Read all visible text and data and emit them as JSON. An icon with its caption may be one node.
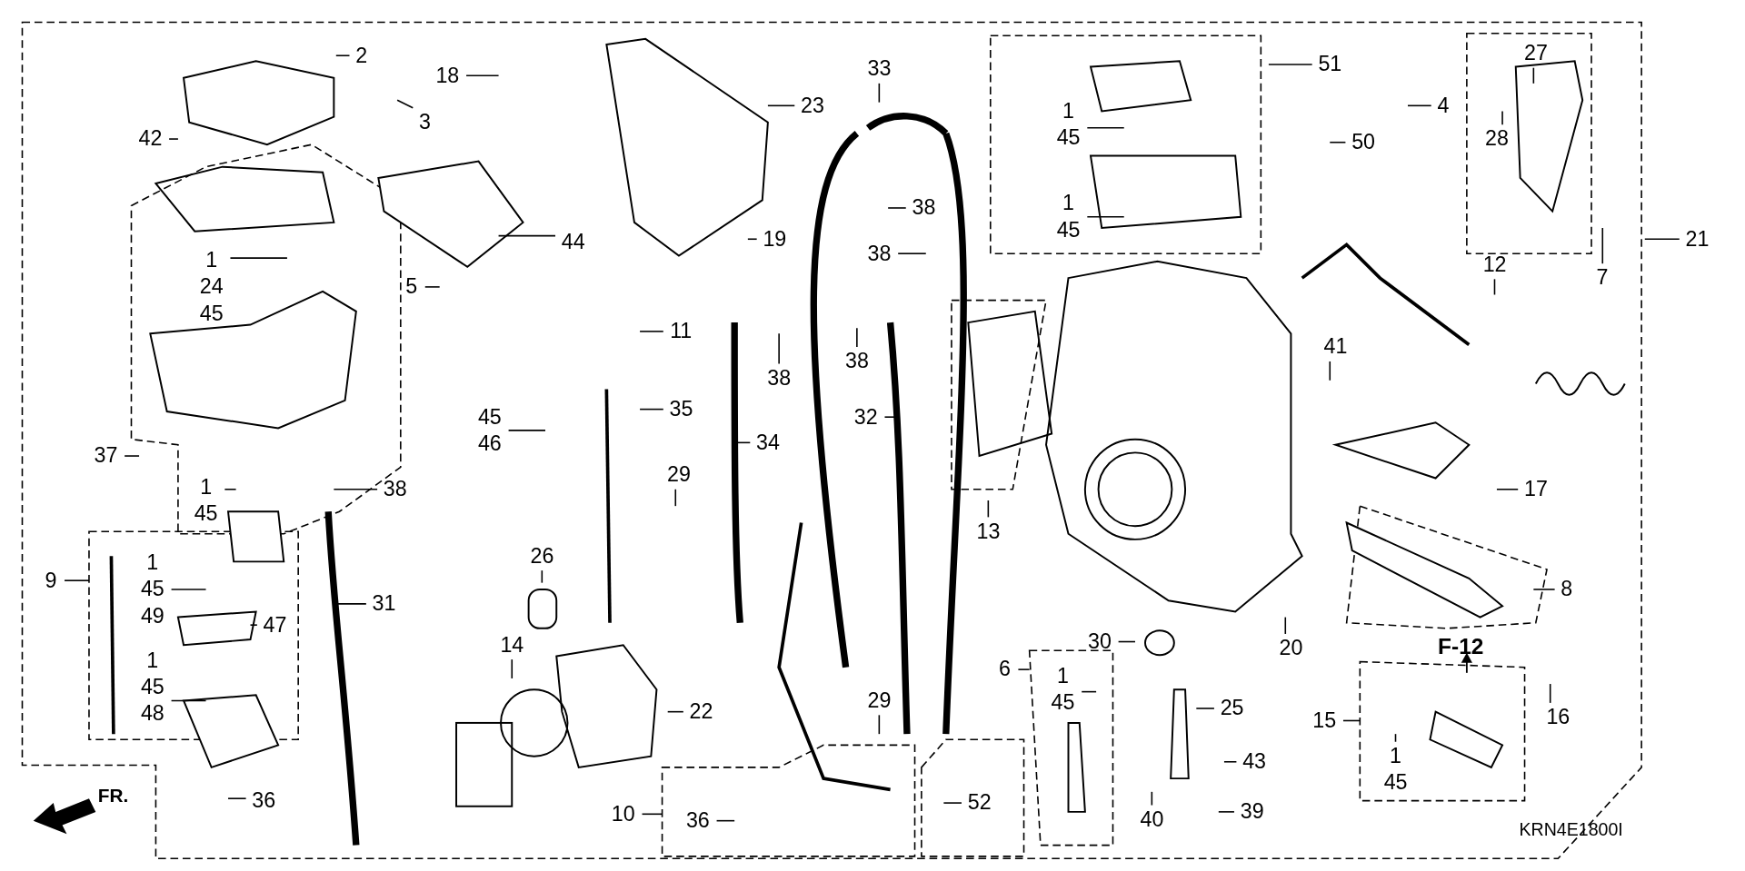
{
  "diagram": {
    "nodes": [
      {
        "text": [
          "2"
        ]
      },
      {
        "text": [
          "18"
        ]
      },
      {
        "text": [
          "33"
        ]
      },
      {
        "text": [
          "51"
        ]
      },
      {
        "text": [
          "27"
        ]
      },
      {
        "text": [
          "4"
        ]
      },
      {
        "text": [
          "23"
        ]
      },
      {
        "text": [
          "3"
        ]
      },
      {
        "text": [
          "1",
          "45"
        ]
      },
      {
        "text": [
          "42"
        ]
      },
      {
        "text": [
          "50"
        ]
      },
      {
        "text": [
          "28"
        ]
      },
      {
        "text": [
          "38"
        ]
      },
      {
        "text": [
          "1",
          "45"
        ]
      },
      {
        "text": [
          "44"
        ]
      },
      {
        "text": [
          "19"
        ]
      },
      {
        "text": [
          "21"
        ]
      },
      {
        "text": [
          "38"
        ]
      },
      {
        "text": [
          "1",
          "24",
          "45"
        ]
      },
      {
        "text": [
          "12"
        ]
      },
      {
        "text": [
          "7"
        ]
      },
      {
        "text": [
          "5"
        ]
      },
      {
        "text": [
          "11"
        ]
      },
      {
        "text": [
          "38"
        ]
      },
      {
        "text": [
          "38"
        ]
      },
      {
        "text": [
          "41"
        ]
      },
      {
        "text": [
          "35"
        ]
      },
      {
        "text": [
          "32"
        ]
      },
      {
        "text": [
          "45",
          "46"
        ]
      },
      {
        "text": [
          "34"
        ]
      },
      {
        "text": [
          "37"
        ]
      },
      {
        "text": [
          "29"
        ]
      },
      {
        "text": [
          "1",
          "45"
        ]
      },
      {
        "text": [
          "38"
        ]
      },
      {
        "text": [
          "17"
        ]
      },
      {
        "text": [
          "13"
        ]
      },
      {
        "text": [
          "26"
        ]
      },
      {
        "text": [
          "9"
        ]
      },
      {
        "text": [
          "1",
          "45",
          "49"
        ]
      },
      {
        "text": [
          "8"
        ]
      },
      {
        "text": [
          "31"
        ]
      },
      {
        "text": [
          "47"
        ]
      },
      {
        "text": [
          "14"
        ]
      },
      {
        "text": [
          "30"
        ]
      },
      {
        "text": [
          "20"
        ]
      },
      {
        "text": [
          "6"
        ]
      },
      {
        "text": [
          "1",
          "45"
        ]
      },
      {
        "text": [
          "1",
          "45",
          "48"
        ]
      },
      {
        "text": [
          "29"
        ]
      },
      {
        "text": [
          "22"
        ]
      },
      {
        "text": [
          "25"
        ]
      },
      {
        "text": [
          "16"
        ]
      },
      {
        "text": [
          "15"
        ]
      },
      {
        "text": [
          "43"
        ]
      },
      {
        "text": [
          "1",
          "45"
        ]
      },
      {
        "text": [
          "36"
        ]
      },
      {
        "text": [
          "52"
        ]
      },
      {
        "text": [
          "39"
        ]
      },
      {
        "text": [
          "10"
        ]
      },
      {
        "text": [
          "40"
        ]
      },
      {
        "text": [
          "36"
        ]
      }
    ],
    "edges": [
      {
        "from": 0,
        "to": null,
        "arrow": "none"
      },
      {
        "from": 1,
        "to": null,
        "arrow": "none"
      },
      {
        "from": 2,
        "to": null,
        "arrow": "none"
      },
      {
        "from": 3,
        "to": null,
        "arrow": "none"
      },
      {
        "from": 4,
        "to": null,
        "arrow": "none"
      },
      {
        "from": 5,
        "to": null,
        "arrow": "none"
      },
      {
        "from": 6,
        "to": null,
        "arrow": "none"
      },
      {
        "from": 7,
        "to": null,
        "arrow": "none"
      },
      {
        "from": 8,
        "to": null,
        "arrow": "none"
      },
      {
        "from": 9,
        "to": null,
        "arrow": "none"
      },
      {
        "from": 10,
        "to": null,
        "arrow": "none"
      },
      {
        "from": 11,
        "to": null,
        "arrow": "none"
      },
      {
        "from": 12,
        "to": null,
        "arrow": "none"
      },
      {
        "from": 13,
        "to": null,
        "arrow": "none"
      },
      {
        "from": 14,
        "to": null,
        "arrow": "none"
      },
      {
        "from": 15,
        "to": null,
        "arrow": "none"
      },
      {
        "from": 16,
        "to": null,
        "arrow": "none"
      },
      {
        "from": 17,
        "to": null,
        "arrow": "none"
      },
      {
        "from": 18,
        "to": null,
        "arrow": "none"
      },
      {
        "from": 19,
        "to": null,
        "arrow": "none"
      },
      {
        "from": 20,
        "to": null,
        "arrow": "none"
      },
      {
        "from": 21,
        "to": null,
        "arrow": "none"
      },
      {
        "from": 22,
        "to": null,
        "arrow": "none"
      },
      {
        "from": 23,
        "to": null,
        "arrow": "none"
      },
      {
        "from": 24,
        "to": null,
        "arrow": "none"
      },
      {
        "from": 25,
        "to": null,
        "arrow": "none"
      },
      {
        "from": 26,
        "to": null,
        "arrow": "none"
      },
      {
        "from": 27,
        "to": null,
        "arrow": "none"
      },
      {
        "from": 28,
        "to": null,
        "arrow": "none"
      },
      {
        "from": 29,
        "to": null,
        "arrow": "none"
      },
      {
        "from": 30,
        "to": null,
        "arrow": "none"
      },
      {
        "from": 31,
        "to": null,
        "arrow": "none"
      },
      {
        "from": 32,
        "to": null,
        "arrow": "none"
      },
      {
        "from": 33,
        "to": null,
        "arrow": "none"
      },
      {
        "from": 34,
        "to": null,
        "arrow": "none"
      },
      {
        "from": 35,
        "to": null,
        "arrow": "none"
      },
      {
        "from": 36,
        "to": null,
        "arrow": "none"
      },
      {
        "from": 37,
        "to": null,
        "arrow": "none"
      },
      {
        "from": 38,
        "to": null,
        "arrow": "none"
      },
      {
        "from": 39,
        "to": null,
        "arrow": "none"
      },
      {
        "from": 40,
        "to": null,
        "arrow": "none"
      },
      {
        "from": 41,
        "to": null,
        "arrow": "none"
      },
      {
        "from": 42,
        "to": null,
        "arrow": "none"
      },
      {
        "from": 43,
        "to": null,
        "arrow": "none"
      },
      {
        "from": 44,
        "to": null,
        "arrow": "none"
      },
      {
        "from": 45,
        "to": null,
        "arrow": "none"
      },
      {
        "from": 46,
        "to": null,
        "arrow": "none"
      },
      {
        "from": 47,
        "to": null,
        "arrow": "none"
      },
      {
        "from": 48,
        "to": null,
        "arrow": "none"
      },
      {
        "from": 49,
        "to": null,
        "arrow": "none"
      },
      {
        "from": 50,
        "to": null,
        "arrow": "none"
      },
      {
        "from": 51,
        "to": null,
        "arrow": "none"
      },
      {
        "from": 52,
        "to": null,
        "arrow": "none"
      },
      {
        "from": 53,
        "to": null,
        "arrow": "none"
      },
      {
        "from": 54,
        "to": null,
        "arrow": "none"
      },
      {
        "from": 55,
        "to": null,
        "arrow": "none"
      },
      {
        "from": 56,
        "to": null,
        "arrow": "none"
      },
      {
        "from": 57,
        "to": null,
        "arrow": "none"
      },
      {
        "from": 58,
        "to": null,
        "arrow": "none"
      },
      {
        "from": 59,
        "to": null,
        "arrow": "none"
      },
      {
        "from": 60,
        "to": null,
        "arrow": "none"
      }
    ],
    "labels": [
      "F-12",
      "FR.",
      "KRN4E1800I"
    ]
  }
}
